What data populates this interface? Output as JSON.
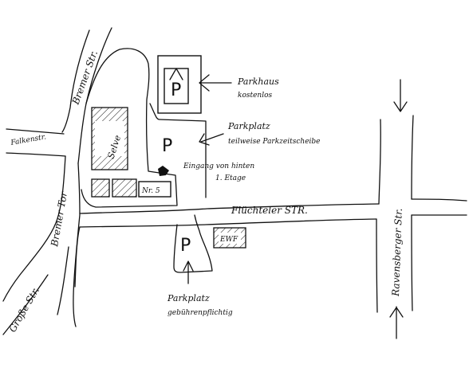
{
  "streets": {
    "bremer_str": "Bremer Str.",
    "falkenstr": "Falkenstr.",
    "bremer_tor": "Bremer Tor",
    "grosse_str": "Große Str.",
    "fluechteler_str": "Flüchteler STR.",
    "ravensberger_str": "Ravensberger Str."
  },
  "buildings": {
    "selve": "Selve",
    "nr5": "Nr. 5",
    "ewf": "EWF"
  },
  "parking": {
    "p_symbol": "P",
    "parkhaus_title": "Parkhaus",
    "parkhaus_note": "kostenlos",
    "parkplatz1_title": "Parkplatz",
    "parkplatz1_note": "teilweise Parkzeitscheibe",
    "parkplatz2_title": "Parkplatz",
    "parkplatz2_note": "gebührenpflichtig"
  },
  "entrance": {
    "line1": "Eingang von hinten",
    "line2": "1. Etage"
  },
  "colors": {
    "ink": "#111111",
    "paper": "#ffffff"
  }
}
